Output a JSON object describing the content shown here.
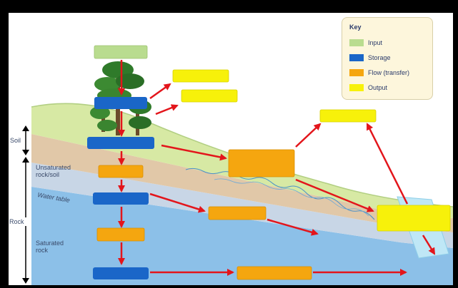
{
  "key": {
    "title": "Key",
    "items": [
      {
        "label": "Input",
        "color": "#b9dc8f"
      },
      {
        "label": "Storage",
        "color": "#1a66c8"
      },
      {
        "label": "Flow (transfer)",
        "color": "#f5a60f"
      },
      {
        "label": "Output",
        "color": "#f7f10a"
      }
    ]
  },
  "side_labels": {
    "soil": "Soil",
    "rock": "Rock",
    "unsaturated": [
      "Unsaturated",
      "rock/soil"
    ],
    "water_table": "Water table",
    "saturated": [
      "Saturated",
      "rock"
    ]
  },
  "colors": {
    "background": "#ffffff",
    "frame": "#000000",
    "sky": "#ffffff",
    "grass": "#d7e9a4",
    "soil": "#e1c8a8",
    "unsaturated": "#c8d6e6",
    "saturated": "#8cc0e8",
    "stream": "#bfe7f6",
    "arrow": "#e3151b",
    "input": "#b9dc8f",
    "storage": "#1a66c8",
    "flow": "#f5a60f",
    "output": "#f7f10a"
  }
}
